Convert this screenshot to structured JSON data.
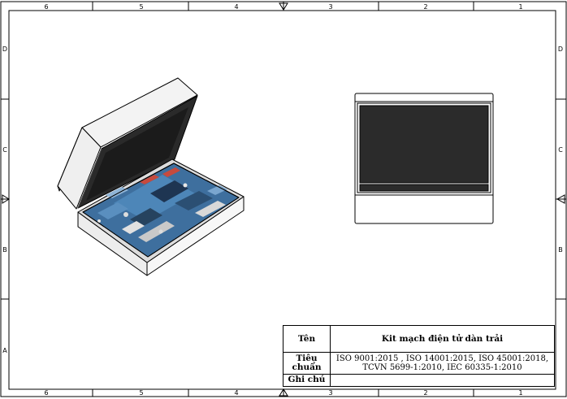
{
  "frame": {
    "zones_horizontal": [
      "6",
      "5",
      "4",
      "3",
      "2",
      "1"
    ],
    "zones_vertical": [
      "D",
      "C",
      "B",
      "A"
    ]
  },
  "views": [
    {
      "name": "isometric-view",
      "subject": "open case with electronic circuit board"
    },
    {
      "name": "front-view",
      "subject": "case seen from front with dark screen"
    }
  ],
  "title_block": {
    "name_label": "Tên",
    "name_value": "Kit mạch điện tử dàn trải",
    "standard_label": "Tiêu chuẩn",
    "standard_value": "ISO 9001:2015 , ISO 14001:2015, ISO 45001:2018, TCVN 5699-1:2010, IEC 60335-1:2010",
    "note_label": "Ghi chú",
    "note_value": ""
  }
}
